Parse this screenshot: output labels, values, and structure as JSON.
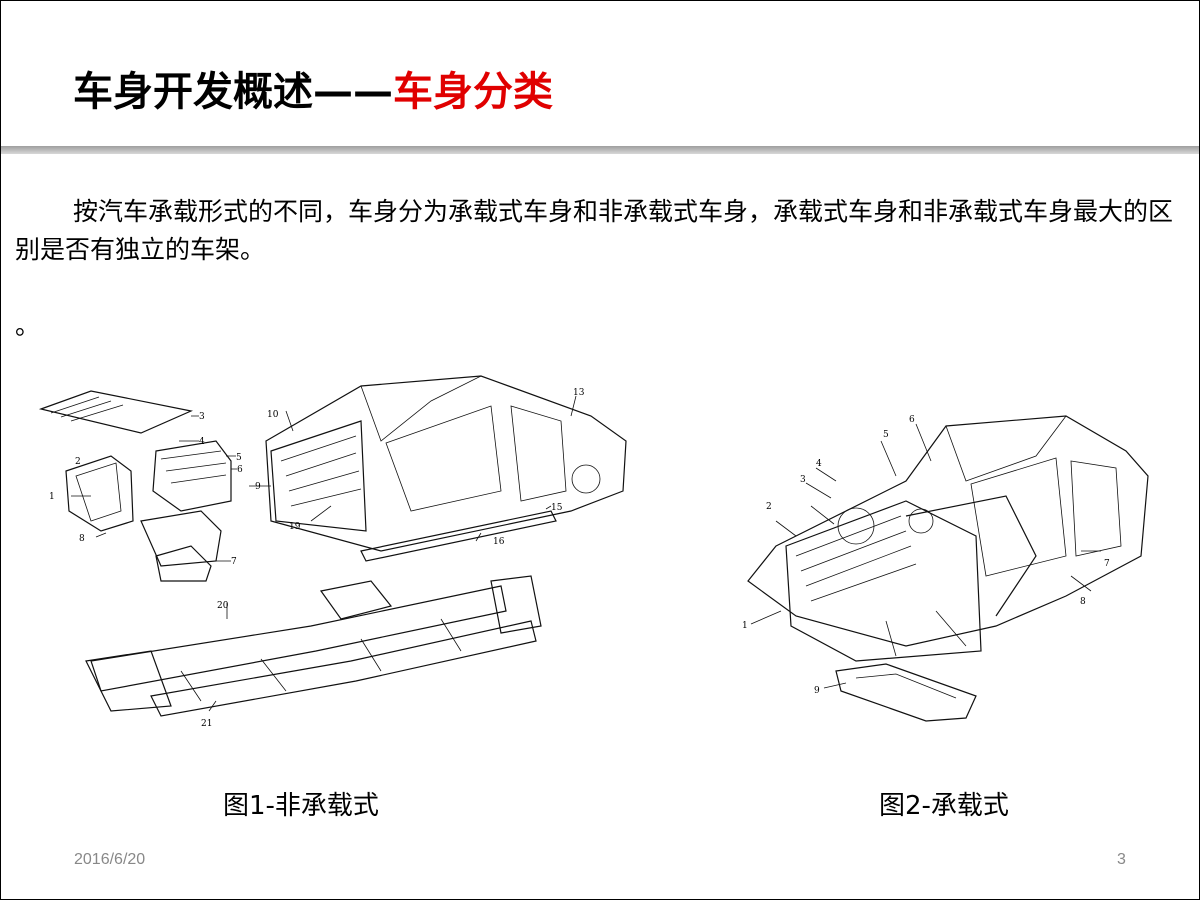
{
  "slide": {
    "title_main": "车身开发概述——",
    "title_accent": "车身分类",
    "accent_color": "#e00000",
    "body": "按汽车承载形式的不同，车身分为承载式车身和非承载式车身，承载式车身和非承载式车身最大的区别是否有独立的车架。",
    "stray_mark": "。",
    "figure1": {
      "caption": "图1-非承载式",
      "labels": [
        "1",
        "2",
        "3",
        "4",
        "5",
        "6",
        "7",
        "8",
        "9",
        "10",
        "13",
        "15",
        "16",
        "19",
        "20",
        "21"
      ]
    },
    "figure2": {
      "caption": "图2-承载式",
      "labels": [
        "1",
        "2",
        "3",
        "4",
        "5",
        "6",
        "7",
        "8",
        "9"
      ]
    },
    "footer": {
      "date": "2016/6/20",
      "page": "3"
    }
  }
}
